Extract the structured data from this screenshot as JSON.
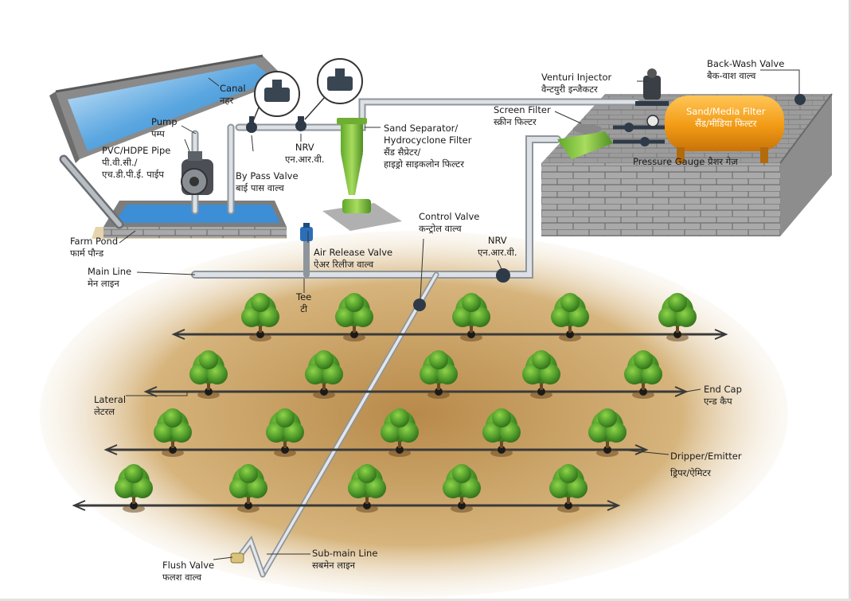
{
  "labels": {
    "canal": {
      "en": "Canal",
      "hi": "नहर"
    },
    "pump": {
      "en": "Pump",
      "hi": "पम्प"
    },
    "pipe": {
      "en": "PVC/HDPE Pipe",
      "hi1": "पी.वी.सी./",
      "hi2": "एच.डी.पी.ई. पाईप"
    },
    "bypass": {
      "en": "By Pass Valve",
      "hi": "बाई पास वाल्व"
    },
    "nrv_top": {
      "en": "NRV",
      "hi": "एन.आर.वी."
    },
    "sand_separator": {
      "en1": "Sand Separator/",
      "en2": "Hydrocyclone Filter",
      "hi1": "सैंड सैप्रेटर/",
      "hi2": "हाइड्रो साइकलोन फिल्टर"
    },
    "venturi": {
      "en": "Venturi Injector",
      "hi": "वैन्टयुरी इन्जैकटर"
    },
    "backwash": {
      "en": "Back-Wash Valve",
      "hi": "बैक-वाश वाल्व"
    },
    "screen_filter": {
      "en": "Screen Filter",
      "hi": "स्क्रीन फिल्टर"
    },
    "media_filter": {
      "en": "Sand/Media Filter",
      "hi": "सैंड/मीडिया फिल्टर"
    },
    "pressure_gauge": {
      "en": "Pressure Gauge प्रैशर गेज"
    },
    "farm_pond": {
      "en": "Farm Pond",
      "hi": "फार्म पौन्ड"
    },
    "main_line": {
      "en": "Main Line",
      "hi": "मेन लाइन"
    },
    "air_release": {
      "en": "Air Release Valve",
      "hi": "ऐअर रिलीज वाल्व"
    },
    "control_valve": {
      "en": "Control Valve",
      "hi": "कन्ट्रोल वाल्व"
    },
    "nrv_right": {
      "en": "NRV",
      "hi": "एन.आर.वी."
    },
    "tee": {
      "en": "Tee",
      "hi": "टी"
    },
    "lateral": {
      "en": "Lateral",
      "hi": "लेटरल"
    },
    "end_cap": {
      "en": "End Cap",
      "hi": "एन्ड कैप"
    },
    "dripper": {
      "en": "Dripper/Emitter",
      "hi": "ड्रिपर/ऐमिटर"
    },
    "flush_valve": {
      "en": "Flush Valve",
      "hi": "फलश वाल्व"
    },
    "submain": {
      "en": "Sub-main Line",
      "hi": "सबमेन लाइन"
    }
  },
  "colors": {
    "water": "#4a9bd6",
    "pipe": "#c8ccd0",
    "soil": "#c9a56a",
    "wall": "#9a9a9a",
    "filter_body": "#f0a020",
    "hydrocyclone": "#8cc63f",
    "tree": "#4f9a2a"
  },
  "field": {
    "rows": [
      {
        "plants": 5
      },
      {
        "plants": 5
      },
      {
        "plants": 5
      },
      {
        "plants": 5
      }
    ]
  }
}
